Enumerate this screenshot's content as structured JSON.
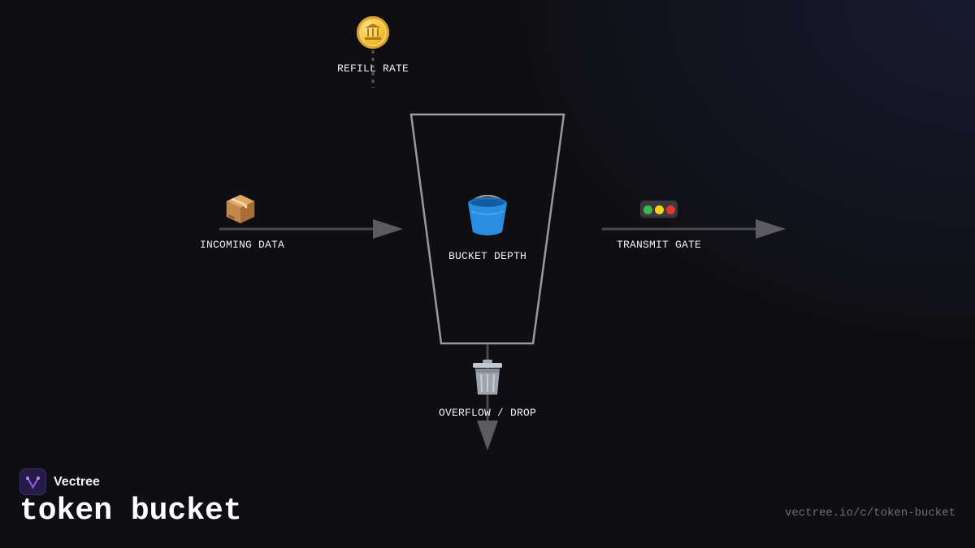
{
  "diagram": {
    "nodes": {
      "refill": {
        "label": "REFILL RATE",
        "icon": "coin-icon"
      },
      "incoming": {
        "label": "INCOMING DATA",
        "icon": "package-icon"
      },
      "bucket": {
        "label": "BUCKET DEPTH",
        "icon": "bucket-icon"
      },
      "gate": {
        "label": "TRANSMIT GATE",
        "icon": "traffic-light-icon"
      },
      "overflow": {
        "label": "OVERFLOW / DROP",
        "icon": "trash-icon"
      }
    },
    "edges": [
      {
        "from": "refill",
        "to": "bucket",
        "style": "dotted"
      },
      {
        "from": "incoming",
        "to": "bucket",
        "style": "arrow"
      },
      {
        "from": "bucket",
        "to": "gate",
        "style": "arrow"
      },
      {
        "from": "bucket",
        "to": "overflow",
        "style": "arrow"
      }
    ]
  },
  "brand": {
    "name": "Vectree"
  },
  "title": "token bucket",
  "url": "vectree.io/c/token-bucket",
  "colors": {
    "background": "#0f0f13",
    "line": "#4a4a4e",
    "arrowhead": "#5c5c60",
    "bucket_outline": "#9a9a9e",
    "text": "#f2f2f2",
    "url_text": "#6e6e76",
    "brand_accent": "#9b5cf0"
  }
}
